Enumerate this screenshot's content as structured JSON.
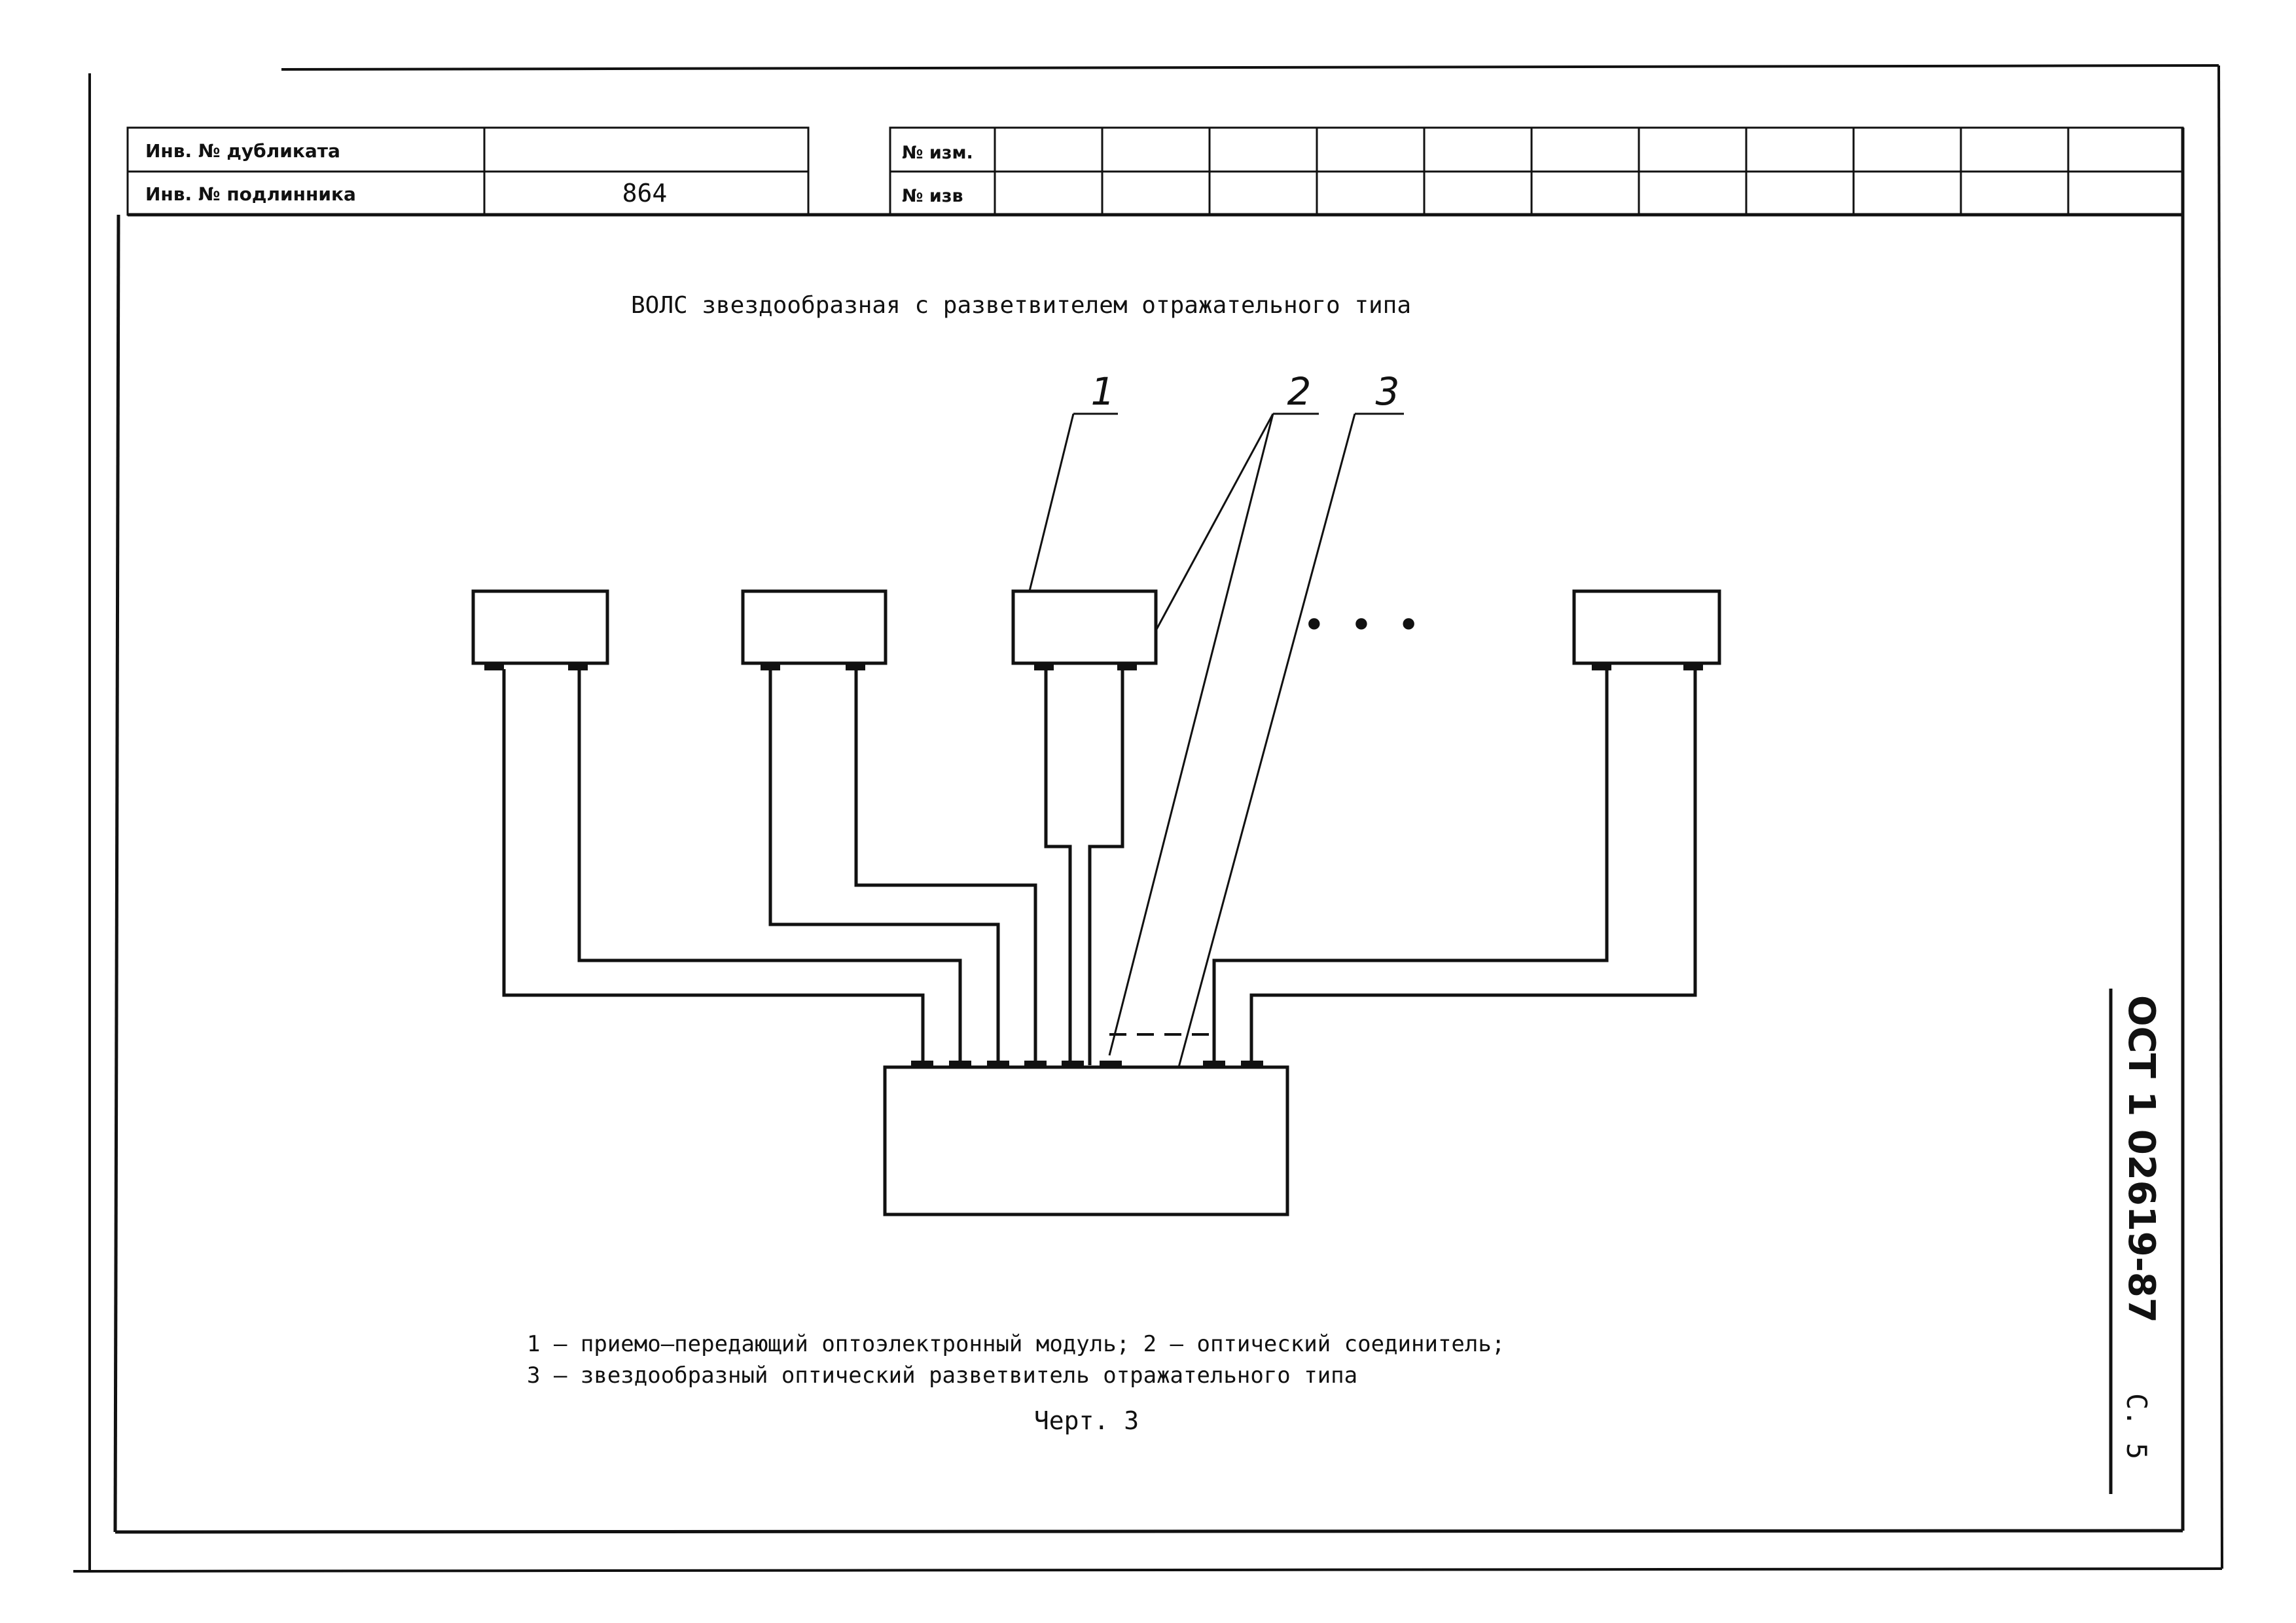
{
  "header": {
    "inv_duplicate_label": "Инв. № дубликата",
    "inv_duplicate_value": "",
    "inv_original_label": "Инв. № подлинника",
    "inv_original_value": "864",
    "change_no_label": "№ изм.",
    "notice_no_label": "№ изв"
  },
  "drawing": {
    "title": "ВОЛС звездообразная с разветвителем отражательного типа",
    "callouts": [
      "1",
      "2",
      "3"
    ],
    "ellipsis": "• • •",
    "legend_line1": "1 – приемо–передающий оптоэлектронный модуль; 2 – оптический соединитель;",
    "legend_line2": "3 – звездообразный оптический разветвитель отражательного типа",
    "caption": "Черт. 3"
  },
  "stamp": {
    "document_code": "ОСТ 1 02619-87",
    "page": "С. 5"
  }
}
